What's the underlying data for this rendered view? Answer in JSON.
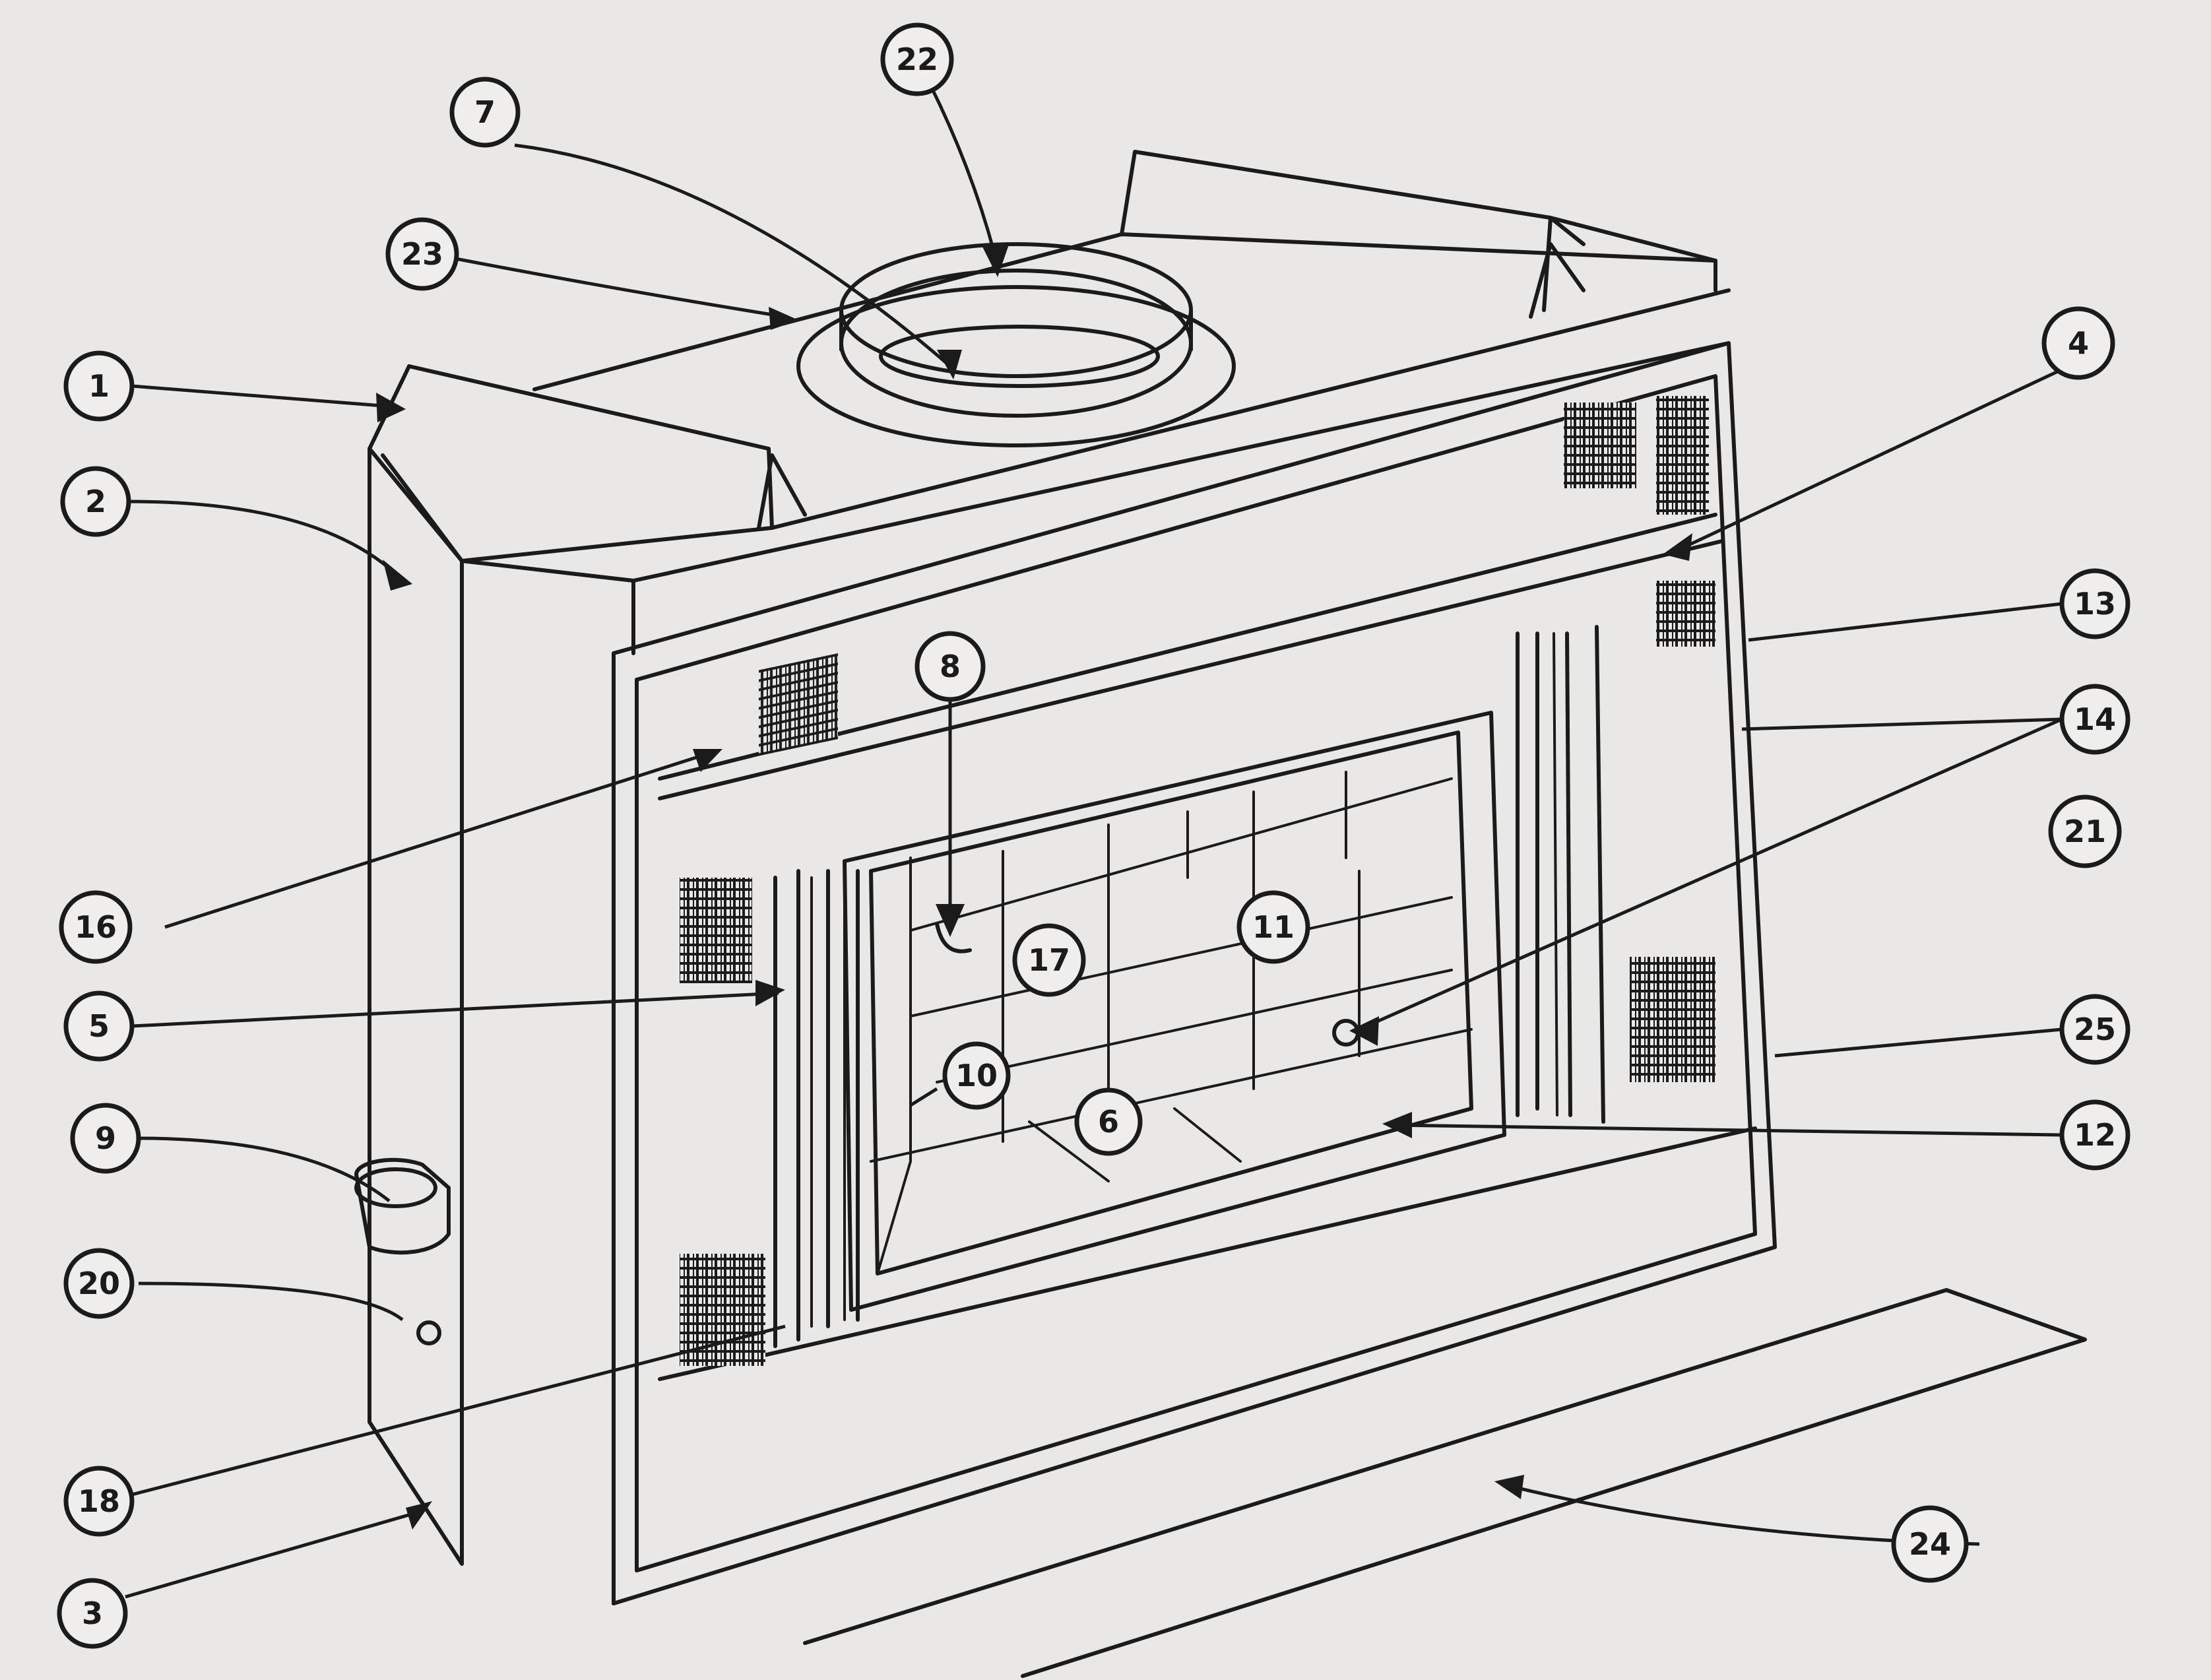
{
  "callouts": [
    {
      "id": "c1",
      "label": "1"
    },
    {
      "id": "c2",
      "label": "2"
    },
    {
      "id": "c3",
      "label": "3"
    },
    {
      "id": "c4",
      "label": "4"
    },
    {
      "id": "c5",
      "label": "5"
    },
    {
      "id": "c6",
      "label": "6"
    },
    {
      "id": "c7",
      "label": "7"
    },
    {
      "id": "c8",
      "label": "8"
    },
    {
      "id": "c9",
      "label": "9"
    },
    {
      "id": "c10",
      "label": "10"
    },
    {
      "id": "c11",
      "label": "11"
    },
    {
      "id": "c12",
      "label": "12"
    },
    {
      "id": "c13",
      "label": "13"
    },
    {
      "id": "c14",
      "label": "14"
    },
    {
      "id": "c16",
      "label": "16"
    },
    {
      "id": "c17",
      "label": "17"
    },
    {
      "id": "c18",
      "label": "18"
    },
    {
      "id": "c20",
      "label": "20"
    },
    {
      "id": "c21",
      "label": "21"
    },
    {
      "id": "c22",
      "label": "22"
    },
    {
      "id": "c23",
      "label": "23"
    },
    {
      "id": "c24",
      "label": "24"
    },
    {
      "id": "c25",
      "label": "25"
    }
  ]
}
